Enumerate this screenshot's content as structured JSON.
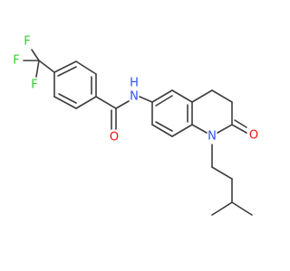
{
  "molecule": {
    "atoms": {
      "F1": {
        "label": "F",
        "color": "#33cc33"
      },
      "F2": {
        "label": "F",
        "color": "#33cc33"
      },
      "F3": {
        "label": "F",
        "color": "#33cc33"
      },
      "O1": {
        "label": "O",
        "color": "#ff0d0d"
      },
      "O2": {
        "label": "O",
        "color": "#ff0d0d"
      },
      "N1": {
        "label": "N",
        "color": "#3050f8"
      },
      "N2": {
        "label": "N",
        "color": "#3050f8"
      },
      "NH_H": {
        "label": "H",
        "color": "#3050f8"
      }
    },
    "bond_color": "#3d3d3d"
  }
}
